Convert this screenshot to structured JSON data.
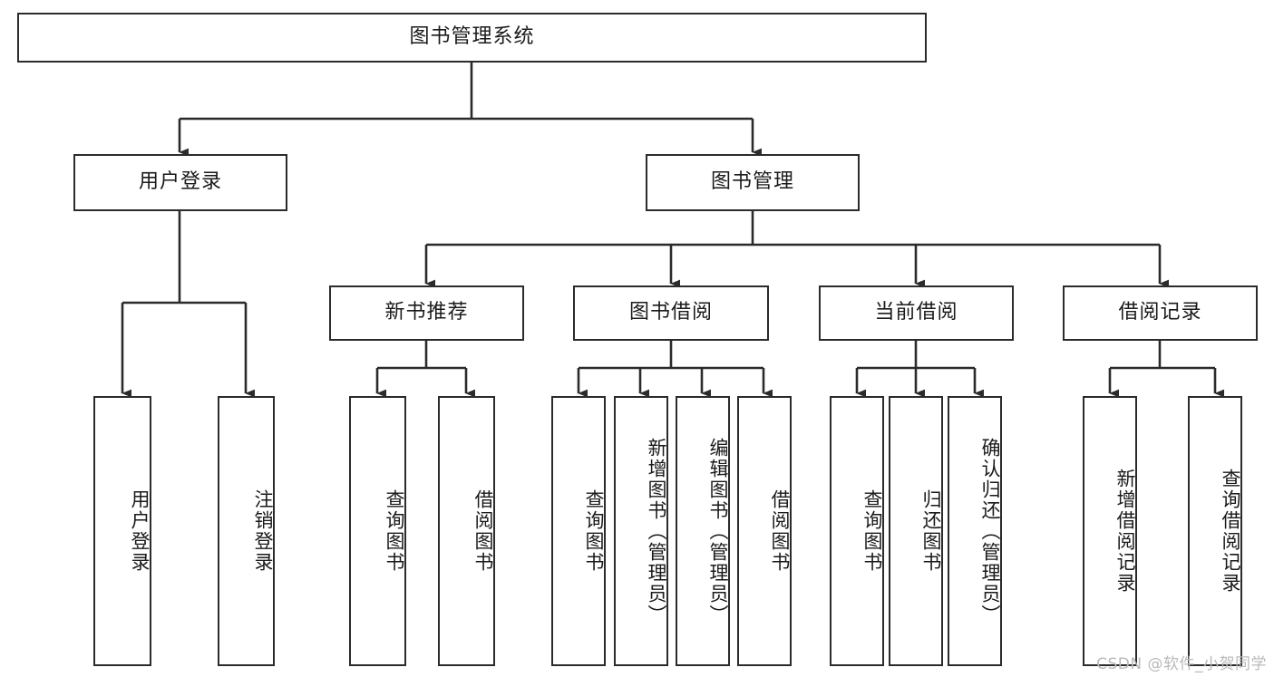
{
  "diagram": {
    "title": "图书管理系统",
    "type": "tree-structure-chart",
    "watermark": "CSDN @软件_小贺同学",
    "colors": {
      "stroke": "#2b2b2b",
      "fill": "#ffffff",
      "text": "#1a1a1a",
      "watermark": "#b9b9b9"
    },
    "nodes": {
      "root": {
        "label": "图书管理系统"
      },
      "level2": [
        {
          "label": "用户登录"
        },
        {
          "label": "图书管理"
        }
      ],
      "level3": [
        {
          "label": "新书推荐"
        },
        {
          "label": "图书借阅"
        },
        {
          "label": "当前借阅"
        },
        {
          "label": "借阅记录"
        }
      ],
      "leaves": {
        "user_login": [
          {
            "label": "用户登录"
          },
          {
            "label": "注销登录"
          }
        ],
        "new_book": [
          {
            "label": "查询图书"
          },
          {
            "label": "借阅图书"
          }
        ],
        "book_borrow": [
          {
            "label": "查询图书"
          },
          {
            "label": "新增图书（管理员）"
          },
          {
            "label": "编辑图书（管理员）"
          },
          {
            "label": "借阅图书"
          }
        ],
        "current_borrow": [
          {
            "label": "查询图书"
          },
          {
            "label": "归还图书"
          },
          {
            "label": "确认归还（管理员）"
          }
        ],
        "borrow_record": [
          {
            "label": "新增借阅记录"
          },
          {
            "label": "查询借阅记录"
          }
        ]
      }
    }
  }
}
